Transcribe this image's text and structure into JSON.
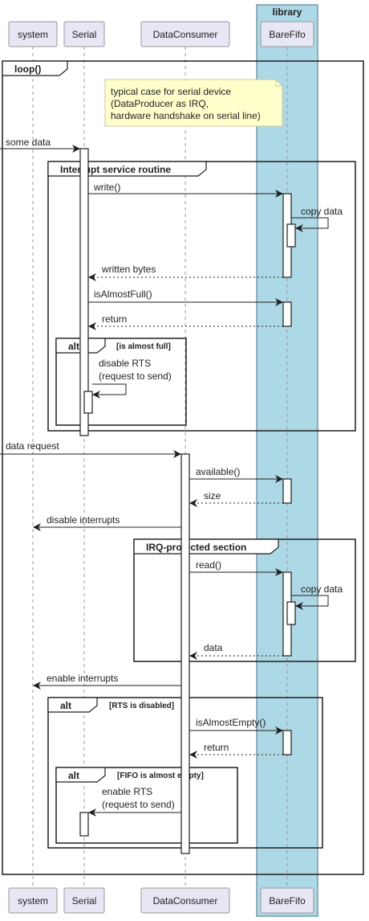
{
  "participants": {
    "system": "system",
    "serial": "Serial",
    "consumer": "DataConsumer",
    "fifo": "BareFifo"
  },
  "library_label": "library",
  "loop_label": "loop()",
  "note": {
    "line1": "typical case for serial device",
    "line2": "(DataProducer as IRQ,",
    "line3": "hardware handshake on serial line)"
  },
  "messages": {
    "some_data": "some data",
    "write": "write()",
    "copy_data_1": "copy data",
    "written_bytes": "written bytes",
    "is_almost_full": "isAlmostFull()",
    "return_1": "return",
    "disable_rts_1": "disable RTS",
    "disable_rts_2": "(request to send)",
    "data_request": "data request",
    "available": "available()",
    "size": "size",
    "disable_interrupts": "disable interrupts",
    "read": "read()",
    "copy_data_2": "copy data",
    "data": "data",
    "enable_interrupts": "enable interrupts",
    "is_almost_empty": "isAlmostEmpty()",
    "return_2": "return",
    "enable_rts_1": "enable RTS",
    "enable_rts_2": "(request to send)"
  },
  "fragments": {
    "isr": "Interrupt service routine",
    "alt1": "alt",
    "alt1_guard": "[is almost full]",
    "irq": "IRQ-protected section",
    "alt2": "alt",
    "alt2_guard": "[RTS is disabled]",
    "alt3": "alt",
    "alt3_guard": "[FIFO is almost empty]"
  },
  "colors": {
    "library_fill": "#add8e6",
    "participant_fill": "#e6e6f4",
    "note_fill": "#ffffcc",
    "line": "#1f1f1f"
  }
}
